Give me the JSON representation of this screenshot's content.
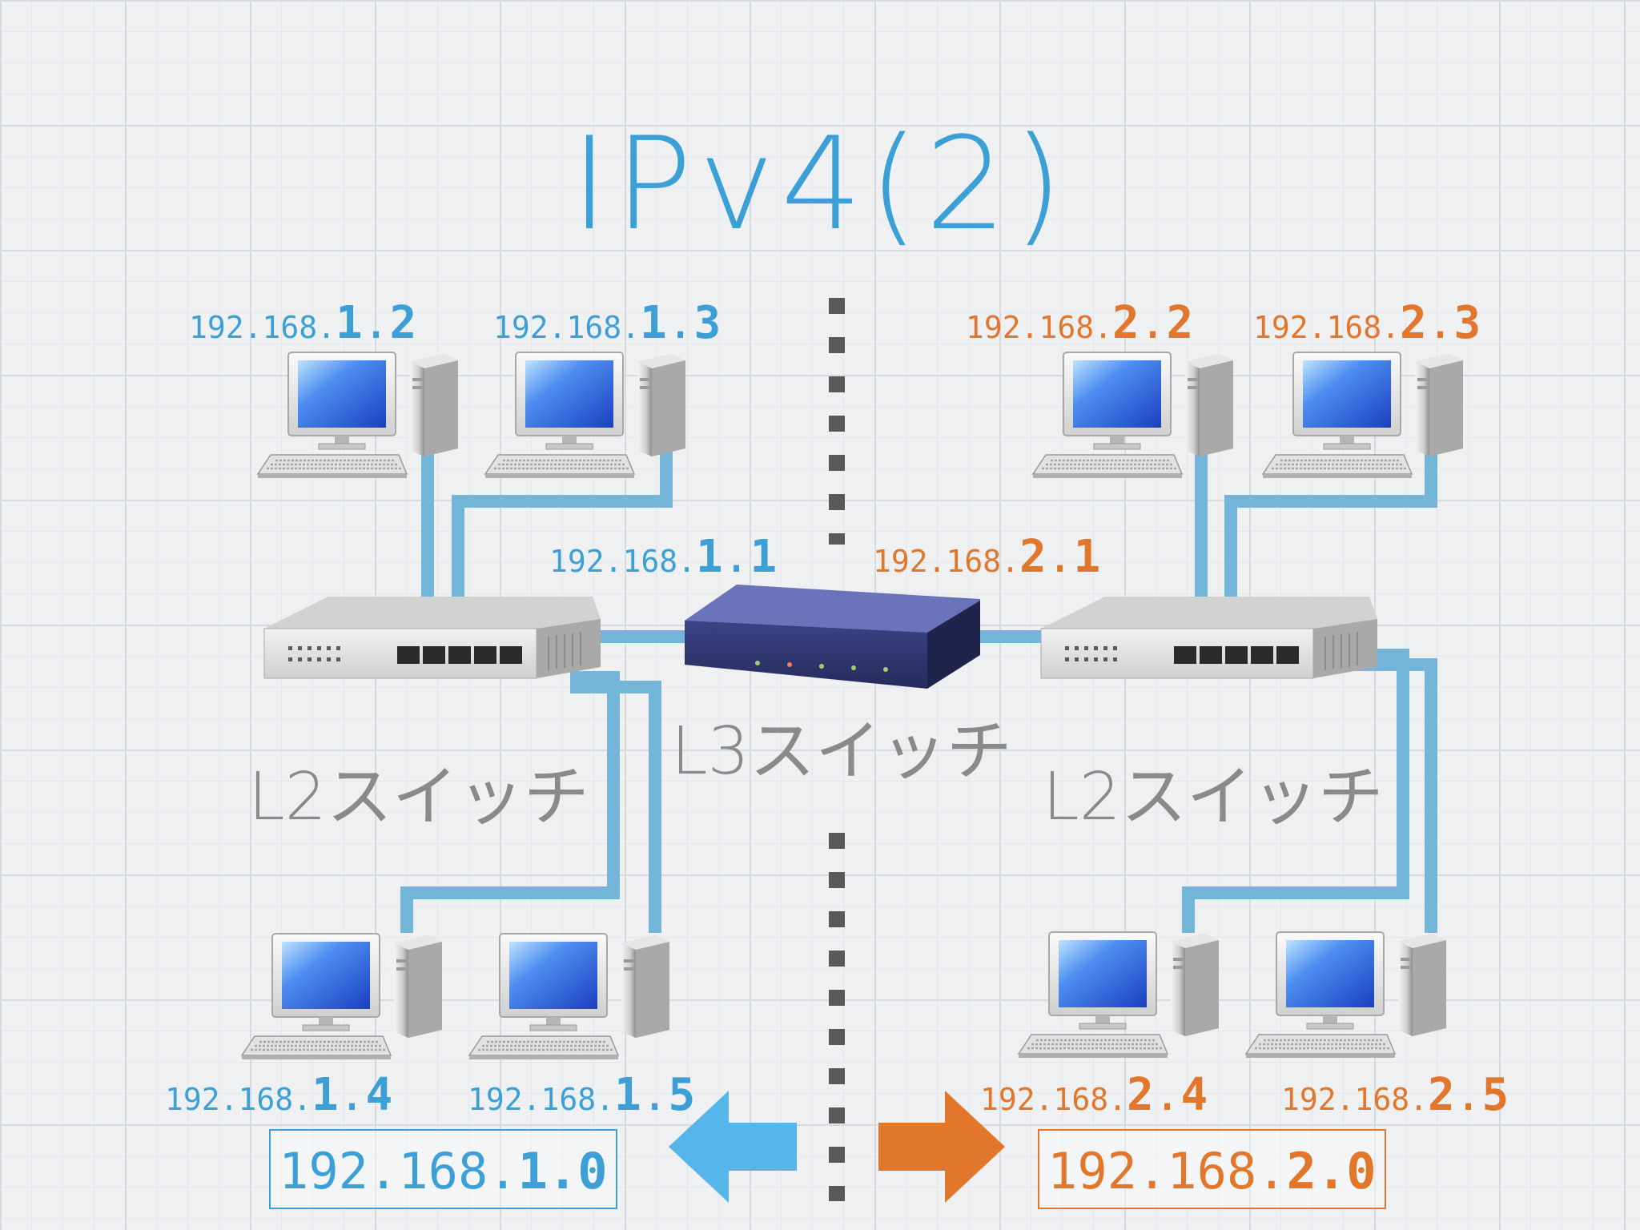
{
  "title": "IPv4(2)",
  "switches": {
    "l2_left": "L2スイッチ",
    "l3": "L3スイッチ",
    "l2_right": "L2スイッチ"
  },
  "hosts": [
    {
      "prefix": "192.168.",
      "octet": "1",
      "sep": ".",
      "host": "2"
    },
    {
      "prefix": "192.168.",
      "octet": "1",
      "sep": ".",
      "host": "3"
    },
    {
      "prefix": "192.168.",
      "octet": "2",
      "sep": ".",
      "host": "2"
    },
    {
      "prefix": "192.168.",
      "octet": "2",
      "sep": ".",
      "host": "3"
    },
    {
      "prefix": "192.168.",
      "octet": "1",
      "sep": ".",
      "host": "1"
    },
    {
      "prefix": "192.168.",
      "octet": "2",
      "sep": ".",
      "host": "1"
    },
    {
      "prefix": "192.168.",
      "octet": "1",
      "sep": ".",
      "host": "4"
    },
    {
      "prefix": "192.168.",
      "octet": "1",
      "sep": ".",
      "host": "5"
    },
    {
      "prefix": "192.168.",
      "octet": "2",
      "sep": ".",
      "host": "4"
    },
    {
      "prefix": "192.168.",
      "octet": "2",
      "sep": ".",
      "host": "5"
    }
  ],
  "networks": {
    "left": {
      "prefix": "192.168.",
      "octet": "1",
      "suffix": ".0"
    },
    "right": {
      "prefix": "192.168.",
      "octet": "2",
      "suffix": ".0"
    }
  },
  "colors": {
    "blue": "#3c9fd6",
    "orange": "#e2762b",
    "cable": "#74b6da",
    "label_gray": "#8a8a8a"
  }
}
